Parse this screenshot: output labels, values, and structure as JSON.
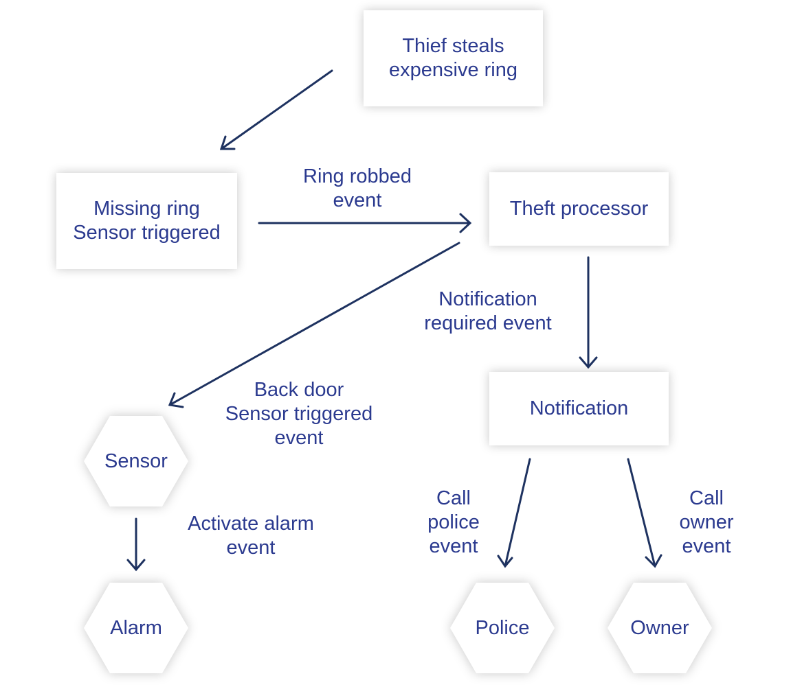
{
  "diagram": {
    "nodes": {
      "thief": {
        "label": "Thief steals\nexpensive ring",
        "shape": "rectangle"
      },
      "missing_ring": {
        "label": "Missing ring\nSensor triggered",
        "shape": "rectangle"
      },
      "theft_processor": {
        "label": "Theft processor",
        "shape": "rectangle"
      },
      "notification": {
        "label": "Notification",
        "shape": "rectangle"
      },
      "sensor": {
        "label": "Sensor",
        "shape": "hexagon"
      },
      "alarm": {
        "label": "Alarm",
        "shape": "hexagon"
      },
      "police": {
        "label": "Police",
        "shape": "hexagon"
      },
      "owner": {
        "label": "Owner",
        "shape": "hexagon"
      }
    },
    "edges": [
      {
        "from": "thief",
        "to": "missing_ring",
        "label": ""
      },
      {
        "from": "missing_ring",
        "to": "theft_processor",
        "label": "Ring robbed\nevent"
      },
      {
        "from": "theft_processor",
        "to": "sensor",
        "label": "Back door\nSensor triggered\nevent"
      },
      {
        "from": "theft_processor",
        "to": "notification",
        "label": "Notification\nrequired event"
      },
      {
        "from": "sensor",
        "to": "alarm",
        "label": "Activate alarm\nevent"
      },
      {
        "from": "notification",
        "to": "police",
        "label": "Call\npolice\nevent"
      },
      {
        "from": "notification",
        "to": "owner",
        "label": "Call\nowner\nevent"
      }
    ],
    "colors": {
      "text": "#2b3a8f",
      "arrow": "#1e3260",
      "node_fill": "#ffffff"
    }
  }
}
